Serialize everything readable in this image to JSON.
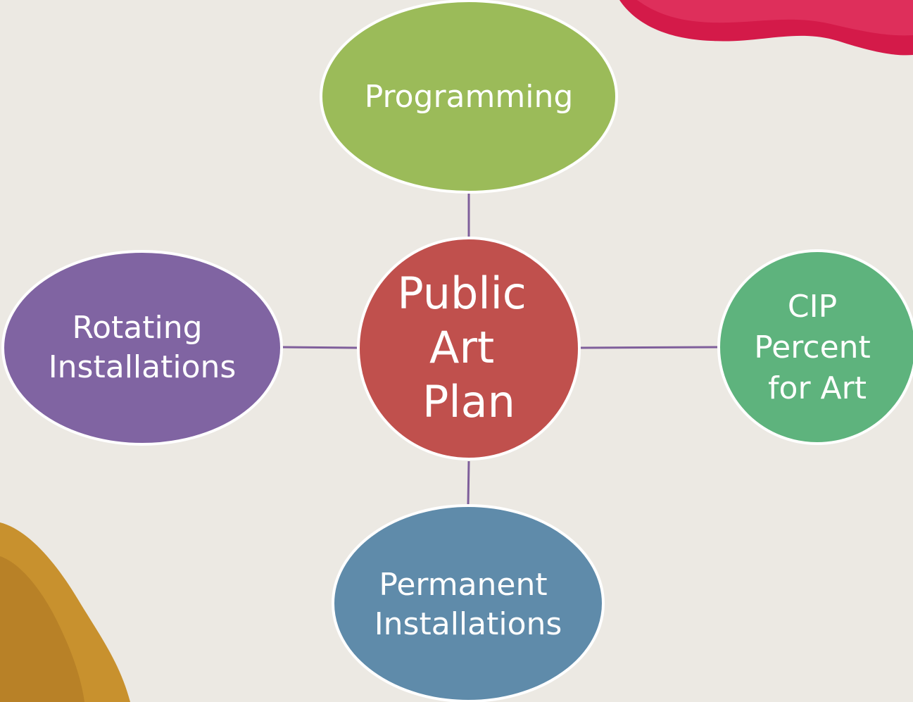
{
  "diagram": {
    "center": {
      "lines": [
        "Public",
        "Art",
        "Plan"
      ],
      "color": "#C0504D"
    },
    "nodes": [
      {
        "id": "programming",
        "lines": [
          "Programming"
        ],
        "color": "#9BBB59"
      },
      {
        "id": "rotating-installations",
        "lines": [
          "Rotating",
          "Installations"
        ],
        "color": "#8064A2"
      },
      {
        "id": "cip-percent-for-art",
        "lines": [
          "CIP",
          "Percent",
          "for Art"
        ],
        "color": "#5EB37D"
      },
      {
        "id": "permanent-installations",
        "lines": [
          "Permanent",
          "Installations"
        ],
        "color": "#5F8BAA"
      }
    ],
    "connector_color": "#7F5F9B",
    "decorations": {
      "paint_stroke_top_right": "#D41A49",
      "paint_stroke_bottom_left": "#C8912E"
    }
  }
}
